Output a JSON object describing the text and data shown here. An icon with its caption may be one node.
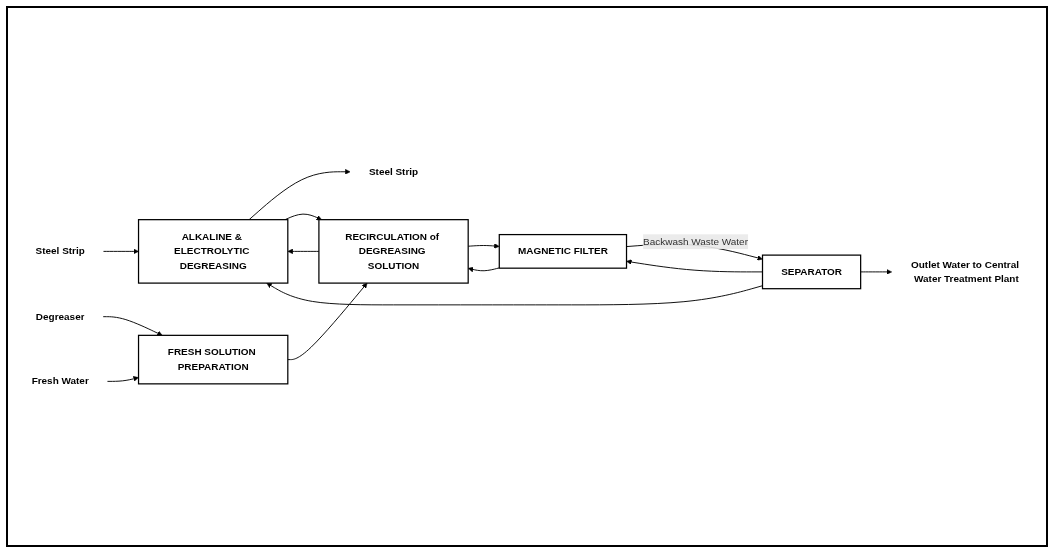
{
  "diagram": {
    "nodes": [
      {
        "text": [
          "Steel Strip"
        ]
      },
      {
        "text": [
          "ALKALINE & ELECTROLYTIC DEGREASING"
        ]
      },
      {
        "text": [
          "Steel Strip"
        ]
      },
      {
        "text": [
          "RECIRCULATION of DEGREASING SOLUTION"
        ]
      },
      {
        "text": [
          "Degreaser"
        ]
      },
      {
        "text": [
          "Fresh Water"
        ]
      },
      {
        "text": [
          "FRESH SOLUTION PREPARATION"
        ]
      },
      {
        "text": [
          "MAGNETIC FILTER"
        ]
      },
      {
        "text": [
          "SEPARATOR"
        ]
      },
      {
        "text": [
          "Outlet Water to Central Water Treatment Plant"
        ]
      }
    ],
    "edges": [
      {
        "from": 0,
        "to": 1,
        "arrow": "to"
      },
      {
        "from": 1,
        "to": 2,
        "arrow": "to"
      },
      {
        "from": 1,
        "to": 3,
        "arrow": "to"
      },
      {
        "from": 6,
        "to": 3,
        "arrow": "to"
      },
      {
        "from": 7,
        "to": 3,
        "arrow": "to"
      },
      {
        "from": 3,
        "to": 1,
        "arrow": "to"
      },
      {
        "from": 3,
        "to": 7,
        "arrow": "to"
      },
      {
        "from": 8,
        "to": 1,
        "arrow": "to"
      },
      {
        "from": 8,
        "to": 7,
        "arrow": "to"
      },
      {
        "from": 4,
        "to": 6,
        "arrow": "to"
      },
      {
        "from": 5,
        "to": 6,
        "arrow": "to"
      },
      {
        "from": 7,
        "to": 8,
        "arrow": "to",
        "label": "Backwash Waste Water"
      },
      {
        "from": 8,
        "to": 9,
        "arrow": "to"
      }
    ]
  }
}
